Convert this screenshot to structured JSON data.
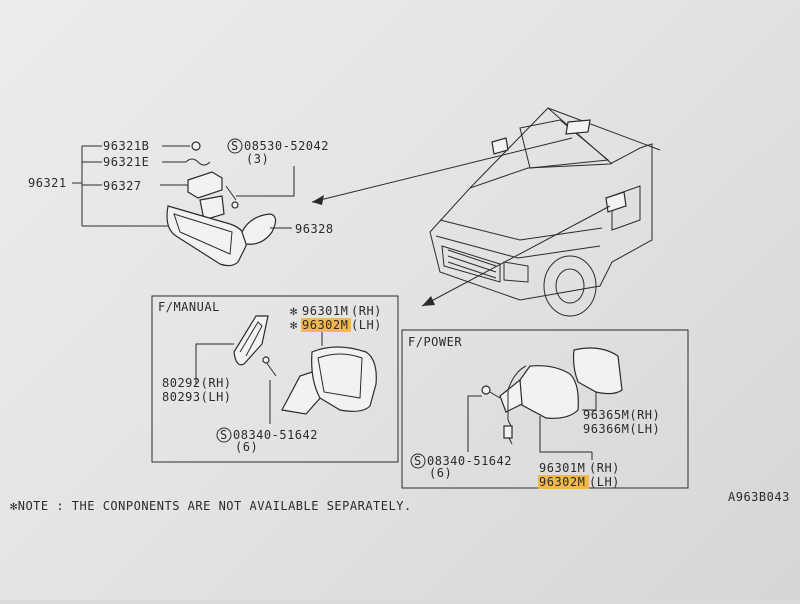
{
  "top_group": {
    "assembly_number": "96321",
    "part_96321b": "96321B",
    "part_96321e": "96321E",
    "part_96327": "96327",
    "part_96328": "96328",
    "screw_symbol": "S",
    "screw_number": "08530-52042",
    "screw_qty": "(3)"
  },
  "manual_box": {
    "label": "F/MANUAL",
    "mark_rh": "✻",
    "mark_lh": "✻",
    "mirror_rh": "96301M",
    "mirror_rh_side": "(RH)",
    "mirror_lh": "96302M",
    "mirror_lh_side": "(LH)",
    "gasket_rh": "80292(RH)",
    "gasket_lh": "80293(LH)",
    "screw_symbol": "S",
    "screw_number": "08340-51642",
    "screw_qty": "(6)"
  },
  "power_box": {
    "label": "F/POWER",
    "glass_rh": "96365M(RH)",
    "glass_lh": "96366M(LH)",
    "mirror_rh": "96301M",
    "mirror_rh_side": "(RH)",
    "mirror_lh": "96302M",
    "mirror_lh_side": "(LH)",
    "screw_symbol": "S",
    "screw_number": "08340-51642",
    "screw_qty": "(6)"
  },
  "note": "✻NOTE : THE CONPONENTS ARE NOT AVAILABLE SEPARATELY.",
  "figure_code": "A963B043",
  "colors": {
    "highlight": "#f2b84b",
    "ink": "#2b2b2b",
    "paper": "#ececea"
  }
}
